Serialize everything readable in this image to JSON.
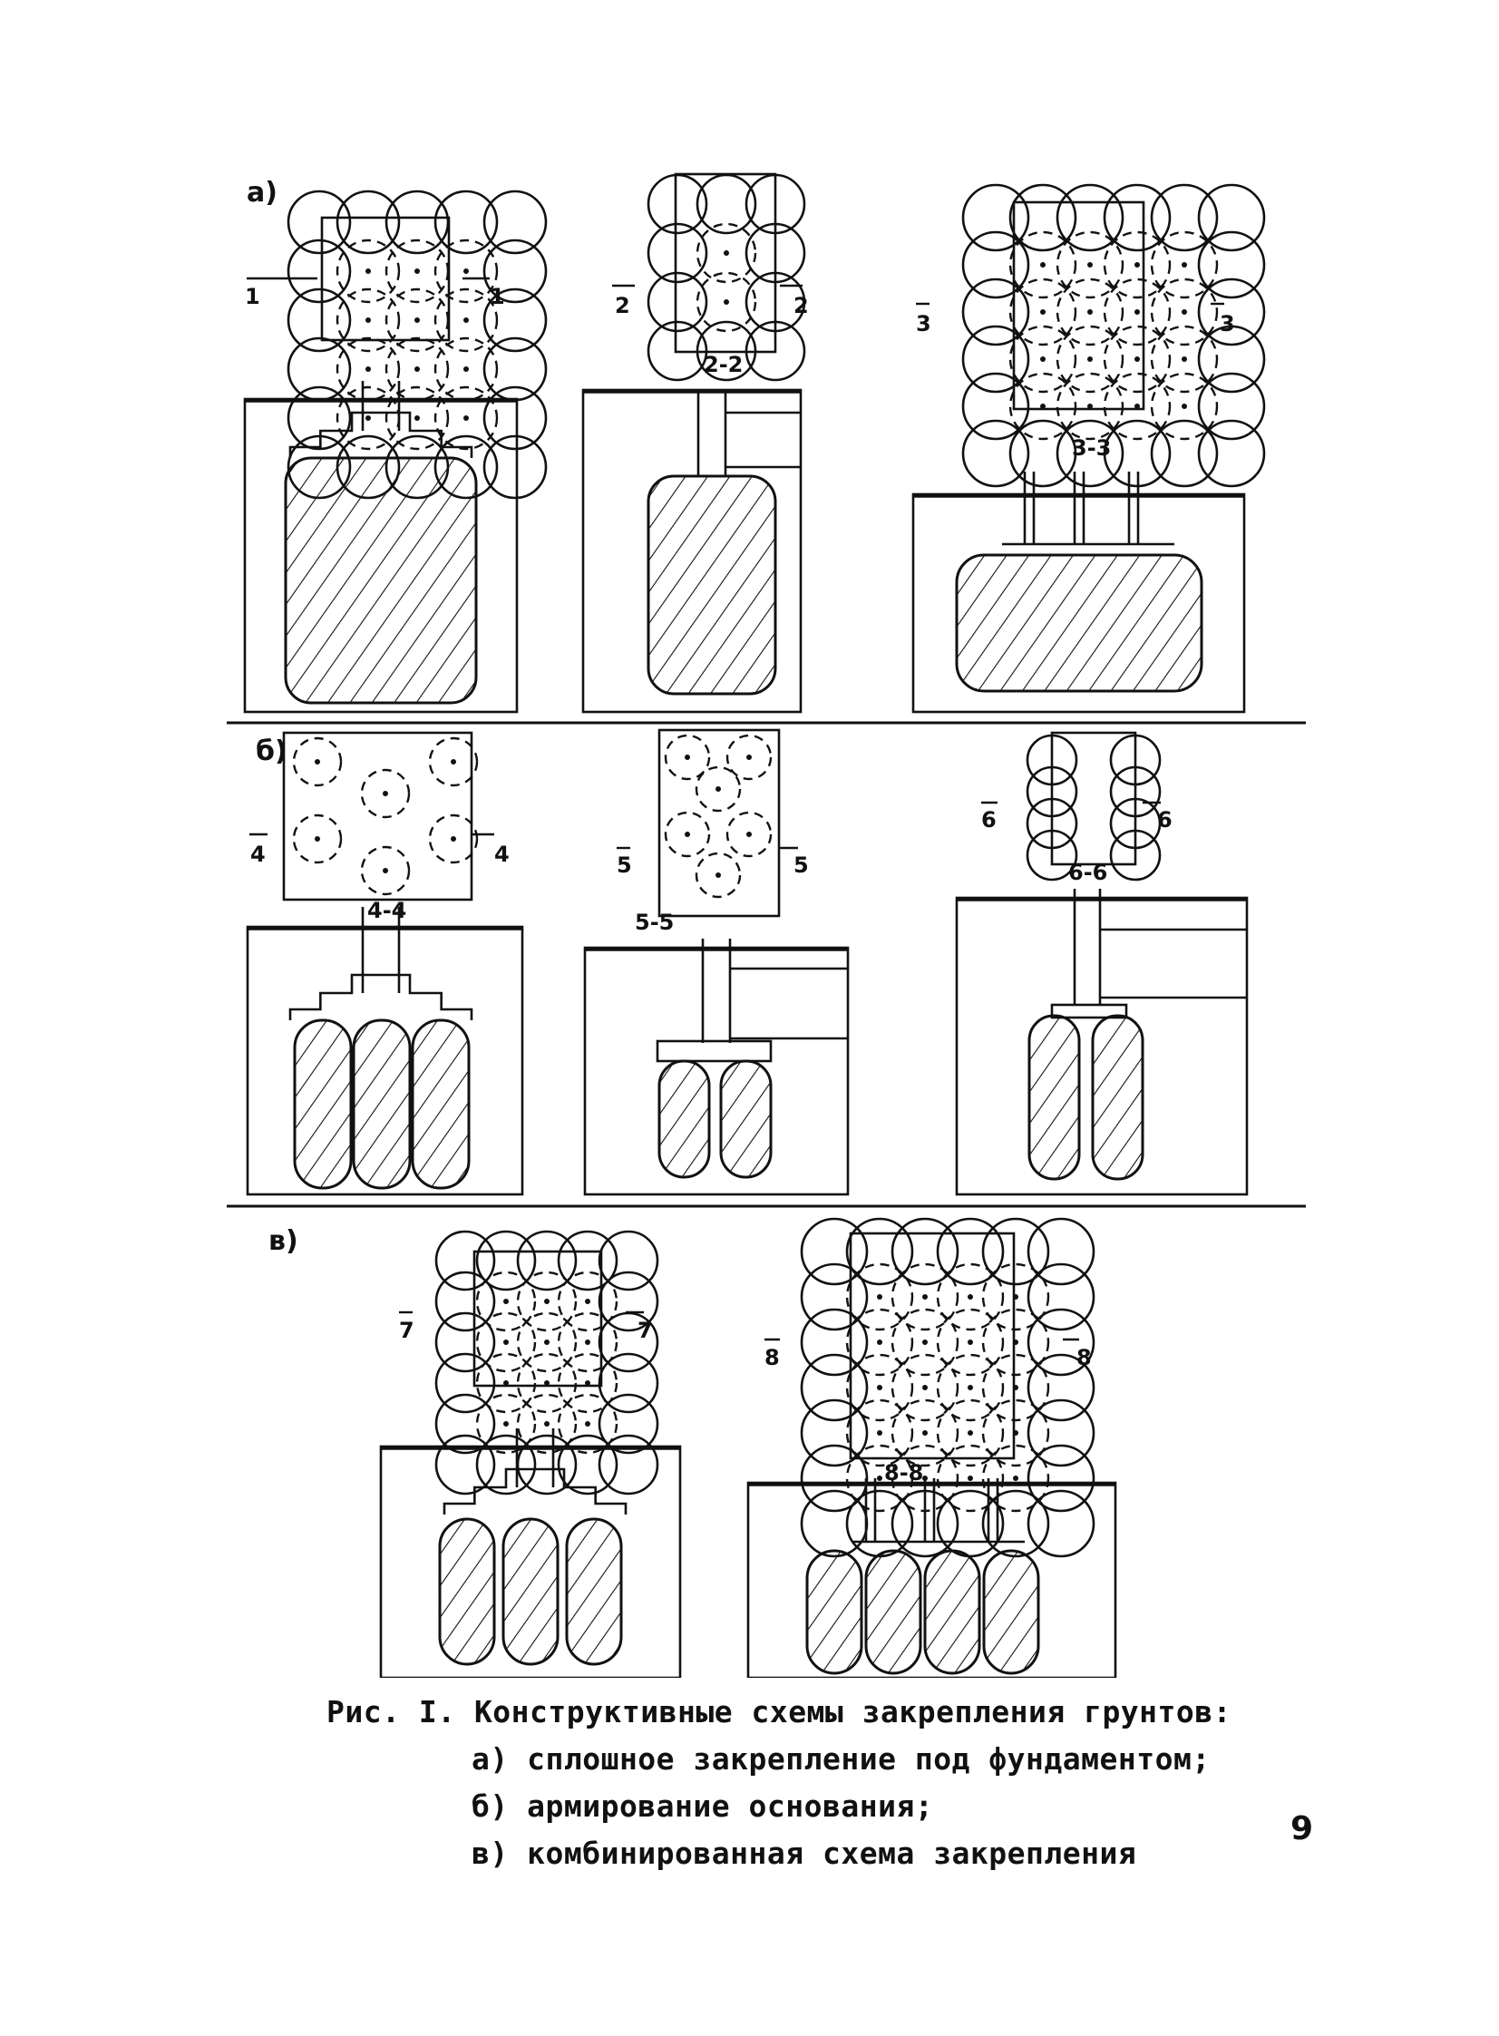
{
  "panels": [
    {
      "letter": "а)",
      "key": "a"
    },
    {
      "letter": "б)",
      "key": "b"
    },
    {
      "letter": "в)",
      "key": "c"
    }
  ],
  "sections": {
    "s1": {
      "mark": "1",
      "cut": ""
    },
    "s2": {
      "mark": "2",
      "cut": "2-2"
    },
    "s3": {
      "mark": "3",
      "cut": "3-3"
    },
    "s4": {
      "mark": "4",
      "cut": "4-4"
    },
    "s5": {
      "mark": "5",
      "cut": "5-5"
    },
    "s6": {
      "mark": "6",
      "cut": "6-6"
    },
    "s7": {
      "mark": "7",
      "cut": ""
    },
    "s8": {
      "mark": "8",
      "cut": "8-8"
    }
  },
  "caption": {
    "title": "Рис. I. Конструктивные схемы закрепления грунтов:",
    "items": [
      "а) сплошное закрепление под фундаментом;",
      "б) армирование основания;",
      "в) комбинированная схема закрепления"
    ]
  },
  "page_number": "9"
}
